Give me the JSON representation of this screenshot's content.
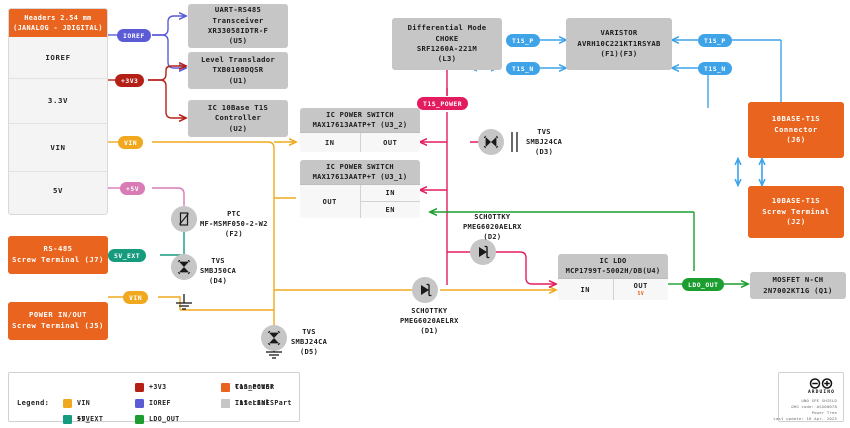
{
  "colors": {
    "vin": "#F0A81E",
    "v3v3": "#B52016",
    "v5v": "#D97BB5",
    "ioref": "#5B5BD6",
    "sv_ext": "#169B7F",
    "t1s_power": "#E31C5F",
    "t1s_lines": "#3FA3E8",
    "ldo_out": "#1B9E2F",
    "connector": "#E8641F",
    "internal": "#C6C6C6"
  },
  "header_block": {
    "title_lines": [
      "Headers 2.54 mm",
      "(JANALOG - JDIGITAL)"
    ],
    "rows": [
      "IOREF",
      "3.3V",
      "VIN",
      "5V"
    ]
  },
  "parts": {
    "uart_rs485": [
      "UART-RS485",
      "Transceiver",
      "XR33058IDTR-F",
      "(U5)"
    ],
    "level_translator": [
      "Level Translador",
      "TXB0108DQSR",
      "(U1)"
    ],
    "t1s_controller": [
      "IC 10Base T1S",
      "Controller",
      "(U2)"
    ],
    "choke": [
      "Differential Mode",
      "CHOKE",
      "SRF1260A-221M",
      "(L3)"
    ],
    "varistor": [
      "VARISTOR",
      "AVRH10C221KT1RSYAB",
      "(F1)(F3)"
    ],
    "mosfet": [
      "MOSFET N-CH",
      "2N7002KT1G (Q1)"
    ]
  },
  "power_switch_2": {
    "title": [
      "IC POWER SWITCH",
      "MAX17613AATP+T (U3_2)"
    ],
    "pins": [
      "IN",
      "OUT"
    ]
  },
  "power_switch_1": {
    "title": [
      "IC POWER SWITCH",
      "MAX17613AATP+T (U3_1)"
    ],
    "pin_left": "OUT",
    "pin_right_top": "IN",
    "pin_right_bottom": "EN"
  },
  "ldo": {
    "title": [
      "IC LDO",
      "MCP1799T-5002H/DB(U4)"
    ],
    "pin_in": "IN",
    "pin_out": "OUT",
    "pin_out_sub": "5V"
  },
  "connectors": {
    "rs485_screw": [
      "RS-485",
      "Screw Terminal (J7)"
    ],
    "power_screw": [
      "POWER IN/OUT",
      "Screw Terminal (J5)"
    ],
    "t1s_connector": [
      "10BASE-T1S",
      "Connector",
      "(J6)"
    ],
    "t1s_screw": [
      "10BASE-T1S",
      "Screw Terminal",
      "(J2)"
    ]
  },
  "discretes": {
    "ptc_f2": [
      "PTC",
      "MF-MSMF050-2-W2",
      "(F2)"
    ],
    "tvs_d4": [
      "TVS",
      "SMBJ50CA",
      "(D4)"
    ],
    "tvs_d5": [
      "TVS",
      "SMBJ24CA",
      "(D5)"
    ],
    "tvs_d3": [
      "TVS",
      "SMBJ24CA",
      "(D3)"
    ],
    "schottky_d2": [
      "SCHOTTKY",
      "PMEG6020AELRX",
      "(D2)"
    ],
    "schottky_d1": [
      "SCHOTTKY",
      "PMEG6020AELRX",
      "(D1)"
    ]
  },
  "pills": {
    "ioref": "IOREF",
    "v3v3": "+3V3",
    "vin_top": "VIN",
    "v5v": "+5V",
    "sv_ext": "5V_EXT",
    "vin_bottom": "VIN",
    "t1s_power": "T1S_POWER",
    "t1s_p_left": "T1S_P",
    "t1s_n_left": "T1S_N",
    "t1s_p_right": "T1S_P",
    "t1s_n_right": "T1S_N",
    "ldo_out": "LDO_OUT"
  },
  "legend": {
    "title": "Legend:",
    "items": [
      {
        "label": "VIN",
        "color": "#F0A81E"
      },
      {
        "label": "+5V",
        "color": "#D97BB5"
      },
      {
        "label": "+3V3",
        "color": "#B52016"
      },
      {
        "label": "IOREF",
        "color": "#5B5BD6"
      },
      {
        "label": "5V_EXT",
        "color": "#169B7F"
      },
      {
        "label": "T1S_POWER",
        "color": "#E31C5F"
      },
      {
        "label": "T1S LINES",
        "color": "#3FA3E8"
      },
      {
        "label": "LDO_OUT",
        "color": "#1B9E2F"
      },
      {
        "label": "Connector",
        "color": "#E8641F"
      },
      {
        "label": "Internal Part",
        "color": "#C6C6C6"
      }
    ]
  },
  "title_block": {
    "brand": "ARDUINO",
    "meta": [
      "UNO SPE SHIELD",
      "ORG code: ASX00078",
      "Power Tree",
      "Last update: 16 Apr. 2025"
    ]
  }
}
